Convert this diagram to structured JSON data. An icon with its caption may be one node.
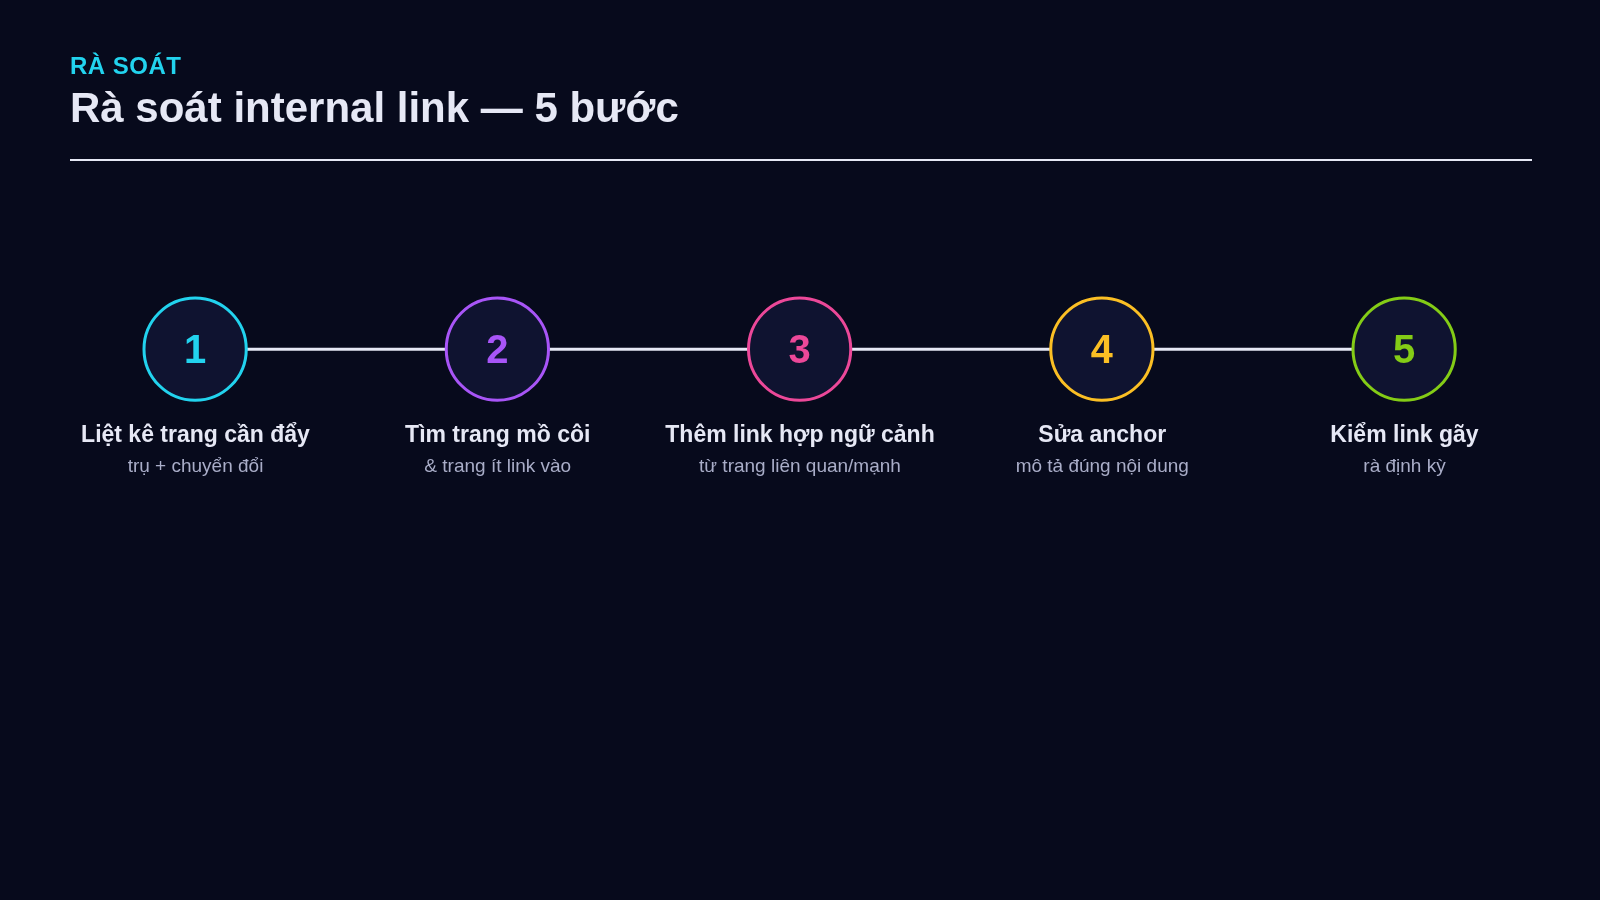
{
  "diagram": {
    "title": "Rà soát internal link — 5 bước",
    "nodes": [
      {
        "text": [
          "1"
        ],
        "beside": [
          "Liệt kê trang cần đẩy",
          "trụ + chuyển đổi"
        ]
      },
      {
        "text": [
          "2"
        ],
        "beside": [
          "Tìm trang mồ côi",
          "& trang ít link vào"
        ]
      },
      {
        "text": [
          "3"
        ],
        "beside": [
          "Thêm link hợp ngữ cảnh",
          "từ trang liên quan/mạnh"
        ]
      },
      {
        "text": [
          "4"
        ],
        "beside": [
          "Sửa anchor",
          "mô tả đúng nội dung"
        ]
      },
      {
        "text": [
          "5"
        ],
        "beside": [
          "Kiểm link gãy",
          "rà định kỳ"
        ]
      }
    ],
    "edges": [
      {
        "from": 0,
        "to": 1,
        "arrow": "none"
      },
      {
        "from": 1,
        "to": 2,
        "arrow": "none"
      },
      {
        "from": 2,
        "to": 3,
        "arrow": "none"
      },
      {
        "from": 3,
        "to": 4,
        "arrow": "none"
      }
    ],
    "labels": [
      "RÀ SOÁT"
    ]
  }
}
